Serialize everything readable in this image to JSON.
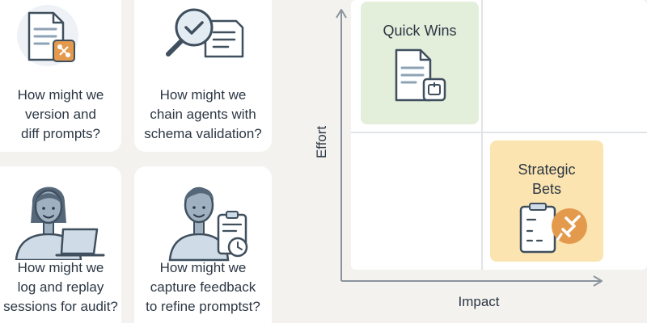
{
  "cards": [
    {
      "lines": [
        "How might we",
        "version and",
        "diff prompts?"
      ],
      "icon": "document-version-icon"
    },
    {
      "lines": [
        "How might we",
        "chain agents with",
        "schema validation?"
      ],
      "icon": "magnifier-check-icon"
    },
    {
      "lines": [
        "How might we",
        "log and replay",
        "sessions for audit?"
      ],
      "icon": "person-laptop-icon"
    },
    {
      "lines": [
        "How might we",
        "capture feedback",
        "to refine promptst?"
      ],
      "icon": "person-clipboard-icon"
    }
  ],
  "matrix": {
    "y_axis_label": "Effort",
    "x_axis_label": "Impact",
    "quadrants": [
      {
        "position": "top-left",
        "lines": [
          "Quick Wins"
        ],
        "fill": "#e3eedb"
      },
      {
        "position": "bottom-right",
        "lines": [
          "Strategic",
          "Bets"
        ],
        "fill": "#fbe4b0"
      }
    ]
  },
  "colors": {
    "background": "#f3f2ef",
    "card": "#ffffff",
    "line": "#3f4f5e",
    "accent_orange": "#e49a4d",
    "icon_blue": "#cfdbe6",
    "skin": "#9fb1c1",
    "hair": "#556879"
  }
}
